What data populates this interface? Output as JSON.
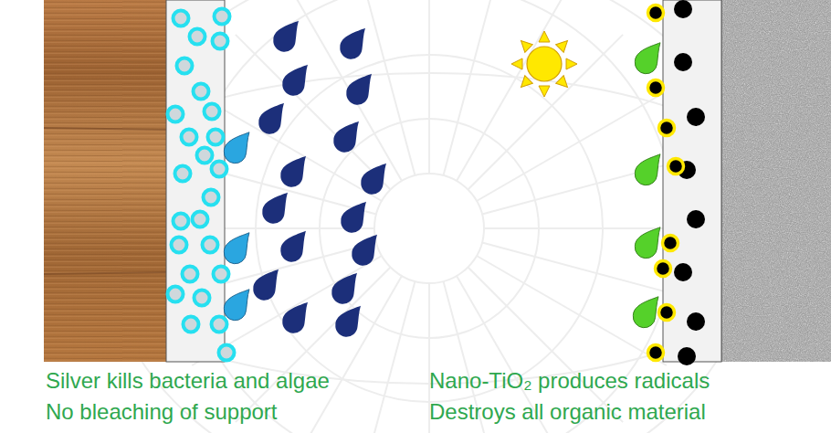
{
  "diagram": {
    "labels": [
      "Silver kills bacteria and algae",
      "No bleaching of support",
      "Nano-TiO₂ produces radicals",
      "Destroys all organic material"
    ]
  }
}
